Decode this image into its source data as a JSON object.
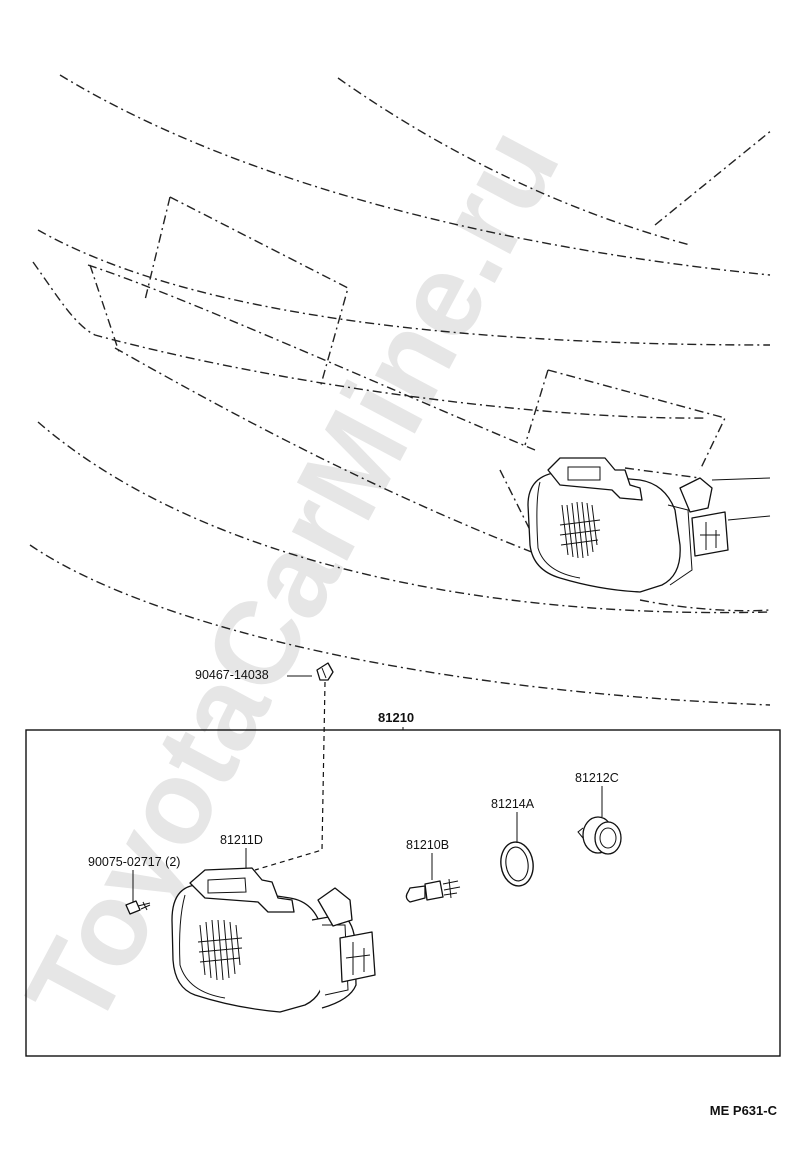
{
  "watermark": "ToyotaCarMine.ru",
  "assembly": {
    "number": "81210"
  },
  "parts": [
    {
      "id": "nut-clip",
      "number": "90467-14038"
    },
    {
      "id": "screw",
      "number": "90075-02717 (2)"
    },
    {
      "id": "lamp-unit",
      "number": "81211D"
    },
    {
      "id": "bulb",
      "number": "81210B"
    },
    {
      "id": "gasket-ring",
      "number": "81214A"
    },
    {
      "id": "bulb-socket",
      "number": "81212C"
    }
  ],
  "figure_code": "ME P631-C"
}
